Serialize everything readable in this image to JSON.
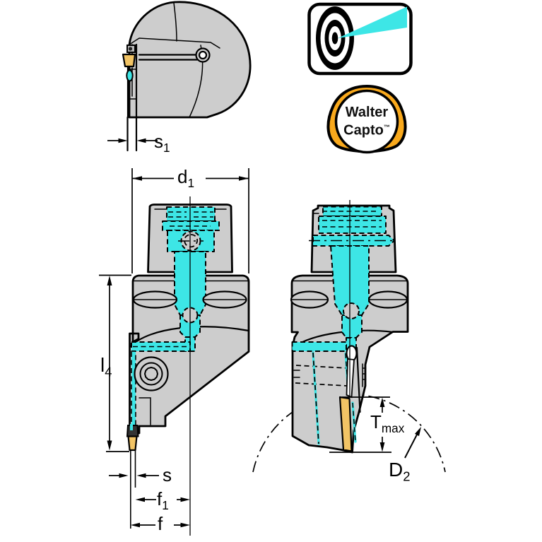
{
  "page": {
    "background": "#ffffff",
    "type": "technical-drawing"
  },
  "labels": {
    "s1": {
      "base": "s",
      "sub": "1"
    },
    "d1": {
      "base": "d",
      "sub": "1"
    },
    "l4": {
      "base": "l",
      "sub": "4"
    },
    "s": {
      "base": "s",
      "sub": ""
    },
    "f1": {
      "base": "f",
      "sub": "1"
    },
    "f": {
      "base": "f",
      "sub": ""
    },
    "tmax": {
      "base": "T",
      "sub": "max"
    },
    "d2": {
      "base": "D",
      "sub": "2"
    }
  },
  "logo": {
    "line1": "Walter",
    "line2": "Capto",
    "trademark": "™"
  },
  "icons": {
    "target": "target-aiming-icon",
    "logo": "walter-capto-badge"
  },
  "colors": {
    "body_gray": "#cdcdcd",
    "mechanism_cyan": "#3de6e6",
    "insert_tan": "#f2c465",
    "logo_orange": "#f9a91c",
    "line_black": "#000000",
    "background": "#ffffff"
  }
}
